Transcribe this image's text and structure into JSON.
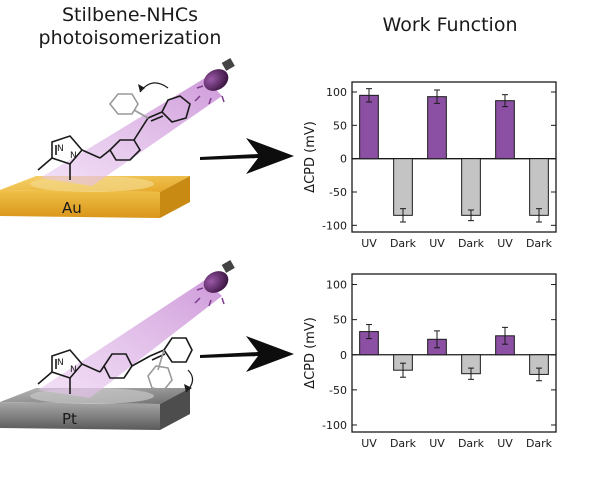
{
  "headings": {
    "left_line1": "Stilbene-NHCs",
    "left_line2": "photoisomerization",
    "right": "Work Function"
  },
  "substrates": {
    "top": "Au",
    "bottom": "Pt"
  },
  "colors": {
    "uv": "#8b4fa3",
    "dark": "#c4c4c4",
    "gold": "#e8b22a",
    "platinum": "#8a8a8a",
    "beam": "#d7a6e0"
  },
  "chart_data": [
    {
      "type": "bar",
      "substrate": "Au",
      "categories": [
        "UV",
        "Dark",
        "UV",
        "Dark",
        "UV",
        "Dark"
      ],
      "values": [
        95,
        -85,
        93,
        -85,
        87,
        -85
      ],
      "errors": [
        10,
        10,
        10,
        8,
        9,
        10
      ],
      "ylabel": "ΔCPD (mV)",
      "ylim": [
        -110,
        115
      ],
      "yticks": [
        100,
        50,
        0,
        -50,
        -100
      ],
      "grid": false
    },
    {
      "type": "bar",
      "substrate": "Pt",
      "categories": [
        "UV",
        "Dark",
        "UV",
        "Dark",
        "UV",
        "Dark"
      ],
      "values": [
        33,
        -22,
        22,
        -27,
        27,
        -28
      ],
      "errors": [
        10,
        10,
        12,
        8,
        12,
        9
      ],
      "ylabel": "ΔCPD (mV)",
      "ylim": [
        -110,
        115
      ],
      "yticks": [
        100,
        50,
        0,
        -50,
        -100
      ],
      "grid": false
    }
  ]
}
